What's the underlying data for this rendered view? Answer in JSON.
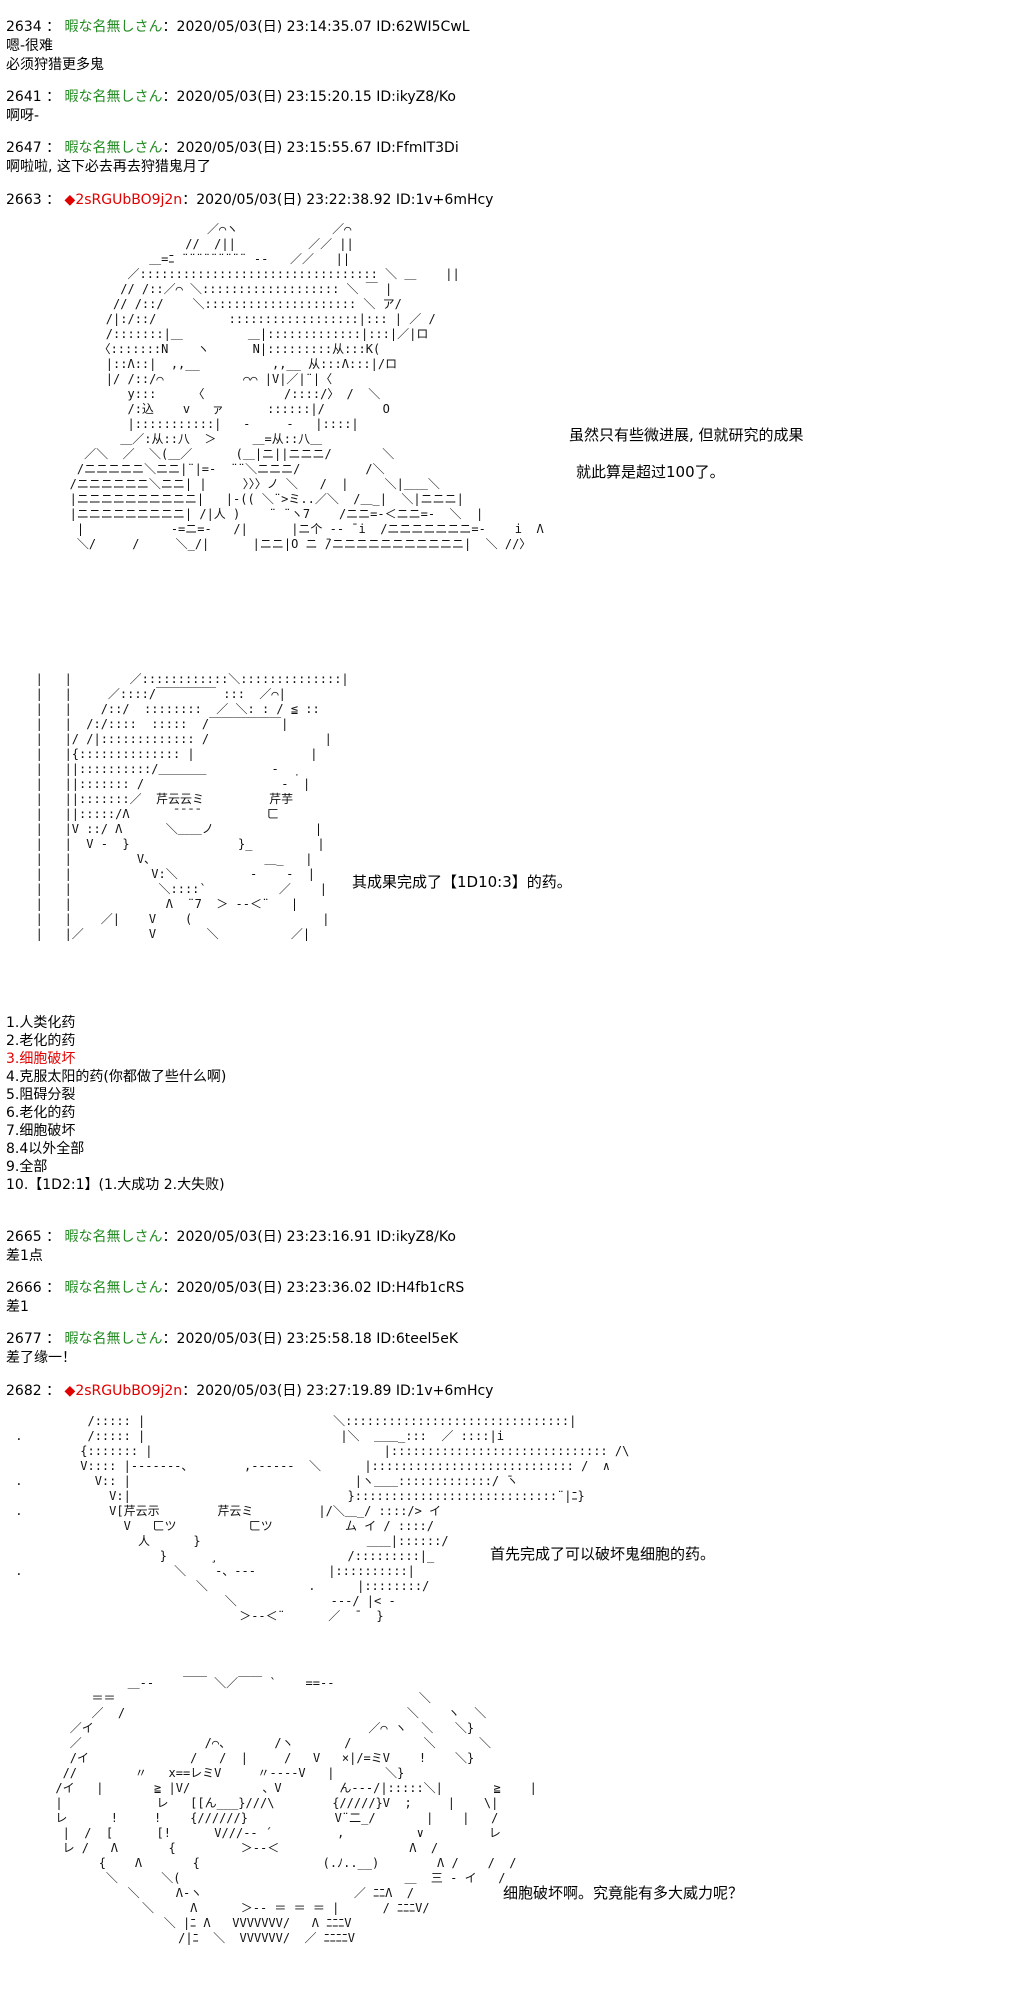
{
  "posts": [
    {
      "num": "2634",
      "name": "暇な名無しさん",
      "date": "2020/05/03(日) 23:14:35.07",
      "id": "ID:62WI5CwL",
      "lines": [
        "嗯-很难",
        "必须狩猎更多鬼"
      ]
    },
    {
      "num": "2641",
      "name": "暇な名無しさん",
      "date": "2020/05/03(日) 23:15:20.15",
      "id": "ID:ikyZ8/Ko",
      "lines": [
        "啊呀-"
      ]
    },
    {
      "num": "2647",
      "name": "暇な名無しさん",
      "date": "2020/05/03(日) 23:15:55.67",
      "id": "ID:FfmIT3Di",
      "lines": [
        "啊啦啦, 这下必去再去狩猎鬼月了"
      ]
    },
    {
      "num": "2663",
      "name": "◆2sRGUbBO9j2n",
      "date": "2020/05/03(日) 23:22:38.92",
      "id": "ID:1v+6mHcy",
      "lines": []
    },
    {
      "num": "2665",
      "name": "暇な名無しさん",
      "date": "2020/05/03(日) 23:23:16.91",
      "id": "ID:ikyZ8/Ko",
      "lines": [
        "差1点"
      ]
    },
    {
      "num": "2666",
      "name": "暇な名無しさん",
      "date": "2020/05/03(日) 23:23:36.02",
      "id": "ID:H4fb1cRS",
      "lines": [
        "差1"
      ]
    },
    {
      "num": "2677",
      "name": "暇な名無しさん",
      "date": "2020/05/03(日) 23:25:58.18",
      "id": "ID:6teel5eK",
      "lines": [
        "差了缘一！"
      ]
    },
    {
      "num": "2682",
      "name": "◆2sRGUbBO9j2n",
      "date": "2020/05/03(日) 23:27:19.89",
      "id": "ID:1v+6mHcy",
      "lines": []
    }
  ],
  "captions": {
    "c1a": "虽然只有些微进展, 但就研究的成果",
    "c1b": "就此算是超过100了。",
    "c2": "其成果完成了【1D10:3】的药。",
    "c3": "首先完成了可以破坏鬼细胞的药。",
    "c4": "细胞破坏啊。究竟能有多大威力呢？"
  },
  "options": [
    "1.人类化药",
    "2.老化的药",
    "3.细胞破坏",
    "4.克服太阳的药(你都做了些什么啊)",
    "5.阻碍分裂",
    "6.老化的药",
    "7.细胞破坏",
    "8.4以外全部",
    "9.全部",
    "10.【1D2:1】(1.大成功  2.大失败)"
  ],
  "highlight_color": "#e00000",
  "name_color": "#228b22"
}
